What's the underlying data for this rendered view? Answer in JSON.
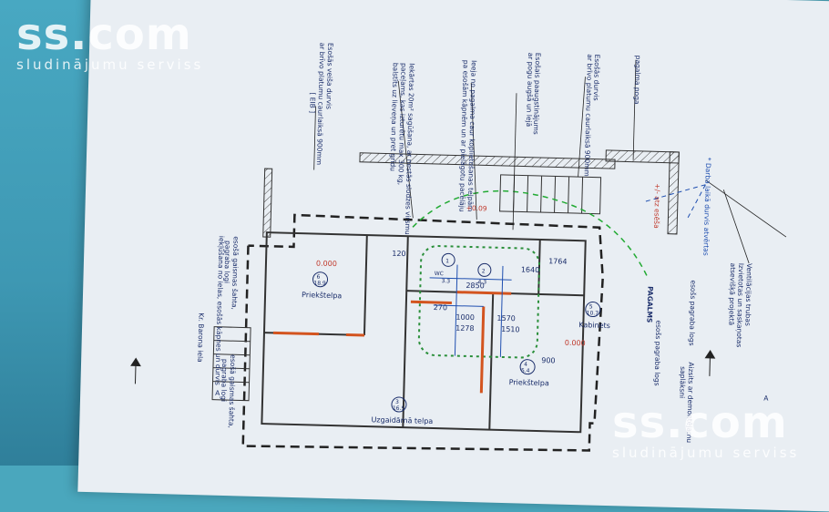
{
  "watermark": {
    "brand": "ss.com",
    "tagline": "sludinājumu serviss"
  },
  "annotations": {
    "pagalm_pogs": "pagalma poga",
    "esoss_durvis": "Esošās durvis",
    "ar_brivo_platumu": "ar brīvo platumu caurlaiksā 900mm",
    "esoss_paaugst": "Esošais paaugstinājums",
    "ar_pogu": "ar pogu augšā un lejā",
    "ieeja_pagalma": "Ieeja no pagalma caur koplietošanas telpām",
    "pa_esosam": "pa esošām kāpnēm un ar pielāgotu pacēlāju",
    "iekartas": "Iekārtas 20m² sagūšana, ar nestās slodzes virsmu",
    "pacel": "paceļams, kas izturētu max 300 kg,",
    "balst": "balstīts uz lieveņa un pret grīdu",
    "esoss_veiss": "Esošās veiša durvis",
    "ar_brivo2": "ar brīvo platumu caurlaiksā 900mm",
    "eib": "[ EIB ]",
    "darba_laika": "* Darba laikā durvis atvērtas",
    "ventil": "Ventilācijas trubas",
    "izvietot": "Izvietotas un saskaņotas",
    "atsevisk": "atsevišķā projektā",
    "esoss_pagrab": "esošs pagraba logs",
    "pagalms": "PAGALMS",
    "aizsits": "Aizsits ar demontējamu",
    "saplaksni": "saplāksni",
    "esoss_pagrab2": "esošs pagraba logs",
    "esoss_gasmas": "esošā gaismas šahta,",
    "pagraba_logi": "pagraba logi",
    "iekluvsan": "iekļūšana no ielas, esošās kāpnes un durvis",
    "kr_barona": "Kr. Barona iela",
    "esoss_gasmas2": "esošā gaismas šahta,",
    "pagraba_logi2": "pagraba logi",
    "at_eis": "+/- atz esēša",
    "level_a": "+0.09",
    "section_a": "A"
  },
  "rooms": [
    {
      "num": "6",
      "area": "18.9",
      "name": "Priekštelpa",
      "level": "0.000"
    },
    {
      "num": "5",
      "area": "10.7",
      "name": "Kabinets",
      "level": "0.000"
    },
    {
      "num": "4",
      "area": "5.4",
      "name": "Priekštelpa",
      "level": ""
    },
    {
      "num": "3",
      "area": "16.5",
      "name": "Uzgaidāmā telpa",
      "level": ""
    },
    {
      "num": "1",
      "area": "3.3",
      "name": "WC",
      "level": ""
    },
    {
      "num": "2",
      "area": "4.3",
      "name": "",
      "level": ""
    }
  ],
  "dimensions": {
    "d1": "120",
    "d2": "1764",
    "d3": "1640",
    "d4": "2850",
    "d5": "270",
    "d6": "1000",
    "d7": "1570",
    "d8": "1278",
    "d9": "1510",
    "d10": "900",
    "d11": "0.000",
    "d12": "0.000"
  }
}
